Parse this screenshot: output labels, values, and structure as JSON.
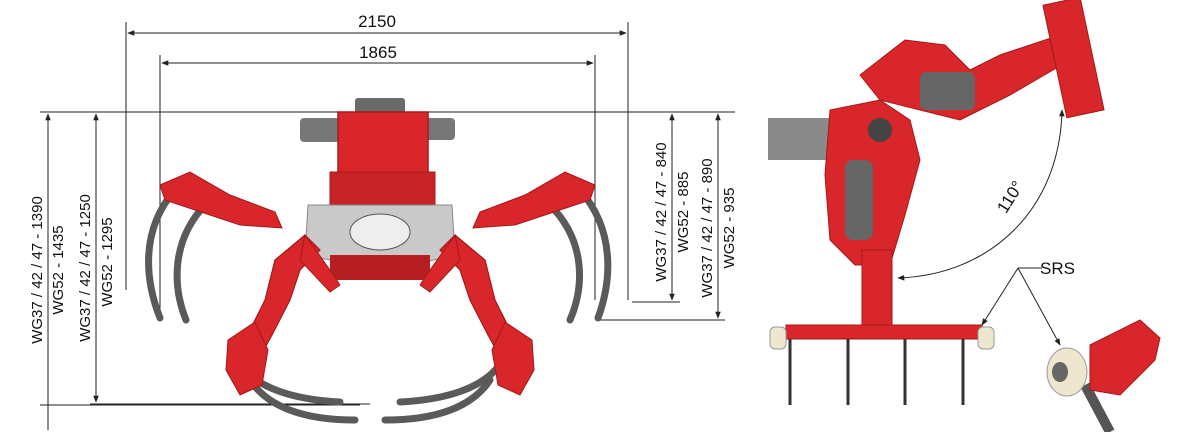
{
  "front_view": {
    "width_outer": "2150",
    "width_inner": "1865",
    "height_left_outer_a": "WG37 / 42 / 47 - 1390",
    "height_left_outer_b": "WG52 - 1435",
    "height_left_inner_a": "WG37 / 42 / 47 - 1250",
    "height_left_inner_b": "WG52 - 1295",
    "height_right_inner_a": "WG37 / 42 / 47 - 840",
    "height_right_inner_b": "WG52 - 885",
    "height_right_outer_a": "WG37 / 42 / 47 - 890",
    "height_right_outer_b": "WG52 - 935"
  },
  "side_view": {
    "rotation_angle": "110°",
    "callout_label": "SRS"
  },
  "colors": {
    "machine_red": "#d8262a",
    "dark_red": "#a41a1c",
    "tine_grey": "#5a5a5a",
    "plate_grey": "#c9c9c9",
    "line": "#222222"
  }
}
